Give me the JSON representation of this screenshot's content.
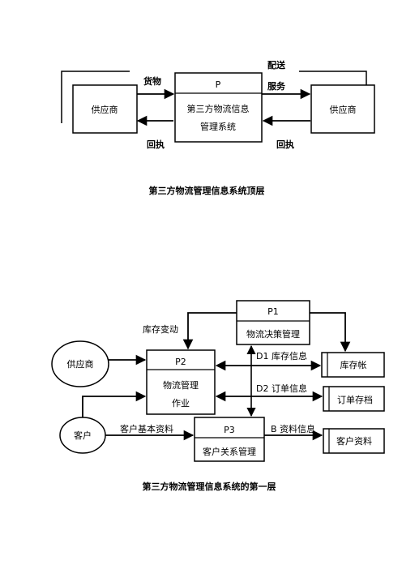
{
  "top_diagram": {
    "left_entity": "供应商",
    "right_entity": "供应商",
    "process_id": "P",
    "process_name_line1": "第三方物流信息",
    "process_name_line2": "管理系统",
    "flow_goods": "货物",
    "flow_receipt_left": "回执",
    "flow_delivery_line1": "配送",
    "flow_delivery_line2": "服务",
    "flow_receipt_right": "回执",
    "caption": "第三方物流管理信息系统顶层"
  },
  "bottom_diagram": {
    "p1_id": "P1",
    "p1_name": "物流决策管理",
    "p2_id": "P2",
    "p2_name_line1": "物流管理",
    "p2_name_line2": "作业",
    "p3_id": "P3",
    "p3_name": "客户关系管理",
    "supplier": "供应商",
    "customer": "客户",
    "store_inventory": "库存帐",
    "store_orders": "订单存档",
    "store_customers": "客户资料",
    "flow_inventory_change": "库存变动",
    "flow_d1": "D1 库存信息",
    "flow_d2": "D2 订单信息",
    "flow_customer_basic": "客户基本资料",
    "flow_b": "B 资料信息",
    "caption": "第三方物流管理信息系统的第一层"
  }
}
